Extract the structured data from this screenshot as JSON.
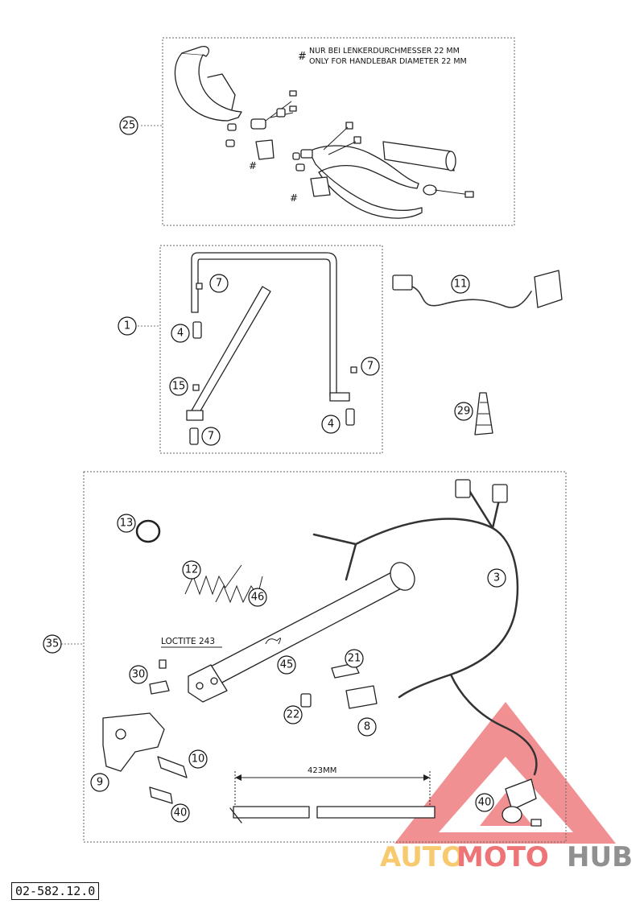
{
  "note_marker": "#",
  "note_line_de": "NUR BEI LENKERDURCHMESSER 22 MM",
  "note_line_en": "ONLY FOR HANDLEBAR DIAMETER 22 MM",
  "loctite_label": "LOCTITE 243",
  "dimension_label": "423MM",
  "part_number": "02-582.12.0",
  "watermark": {
    "part1": "AUTO",
    "part2": "MOTO",
    "part3": "HUB",
    "colors": {
      "red": "#e8474a",
      "yellow": "#f5b941",
      "grey": "#6b6b6b"
    }
  },
  "callouts": [
    "25",
    "1",
    "7",
    "4",
    "15",
    "11",
    "29",
    "13",
    "12",
    "46",
    "3",
    "35",
    "30",
    "45",
    "21",
    "22",
    "8",
    "9",
    "10",
    "40"
  ]
}
